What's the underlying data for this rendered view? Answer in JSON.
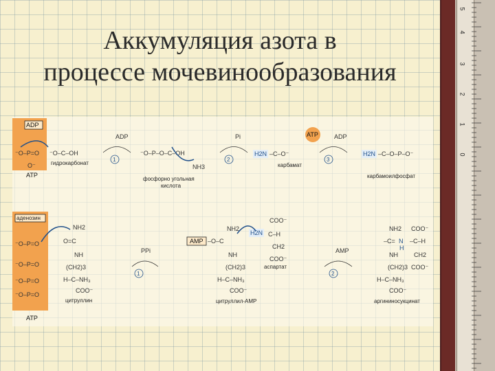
{
  "title": {
    "line1": "Аккумуляция азота в",
    "line2": "процессе мочевинообразования"
  },
  "ruler": {
    "numbers": [
      "5",
      "4",
      "3",
      "2",
      "1",
      "0"
    ]
  },
  "reaction1": {
    "adp_box": "ADP",
    "atp_label": "ATP",
    "hydrocarbonate": "гидрокарбонат",
    "step1": "1",
    "step2": "2",
    "step3": "3",
    "adp1": "ADP",
    "pi": "Pi",
    "atp2": "ATP",
    "adp2": "ADP",
    "nh3": "NH3",
    "phospho_acid": "фосфорно угольная",
    "phospho_acid2": "кислота",
    "carbamate": "карбамат",
    "carbamoylphosphate": "карбамоилфосфат",
    "h2n1": "H2N",
    "h2n2": "H2N"
  },
  "reaction2": {
    "adenosine": "аденозин",
    "atp_label": "ATP",
    "citrulline": "цитруллин",
    "pp": "PPi",
    "step1": "1",
    "amp_box": "AMP",
    "citrullyl_amp": "цитруллил-АМР",
    "h2n": "H2N",
    "aspartate": "аспартат",
    "amp": "AMP",
    "step2": "2",
    "argininosuccinate": "аргининосукцинат",
    "coo": "COO⁻",
    "nh2": "NH2",
    "nh3plus": "NH3",
    "ch2n": "(CH2)3",
    "nh": "NH",
    "ch2": "CH2",
    "h": "H",
    "n": "N"
  }
}
